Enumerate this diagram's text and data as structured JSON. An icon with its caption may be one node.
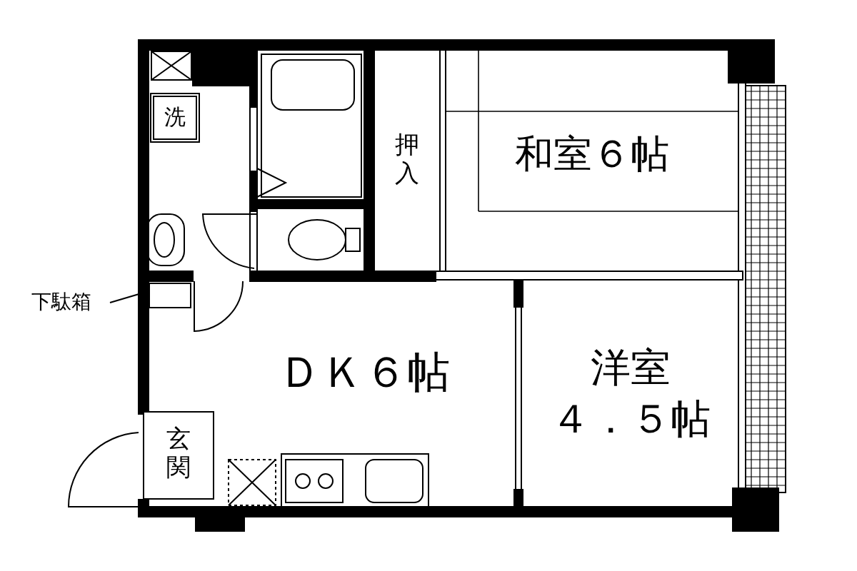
{
  "diagram": {
    "nodes": [
      {
        "text": [
          "洗"
        ]
      },
      {
        "text": [
          "押入"
        ]
      },
      {
        "text": [
          "和室６帖"
        ]
      },
      {
        "text": [
          "下駄箱"
        ]
      },
      {
        "text": [],
        "shape": "box"
      },
      {
        "text": [
          "ＤＫ６帖"
        ]
      },
      {
        "text": [
          "洋室",
          "４．５帖"
        ]
      },
      {
        "text": [
          "玄関"
        ]
      }
    ],
    "edges": [
      {
        "from": 3,
        "to": 4,
        "arrow": "none"
      }
    ]
  }
}
